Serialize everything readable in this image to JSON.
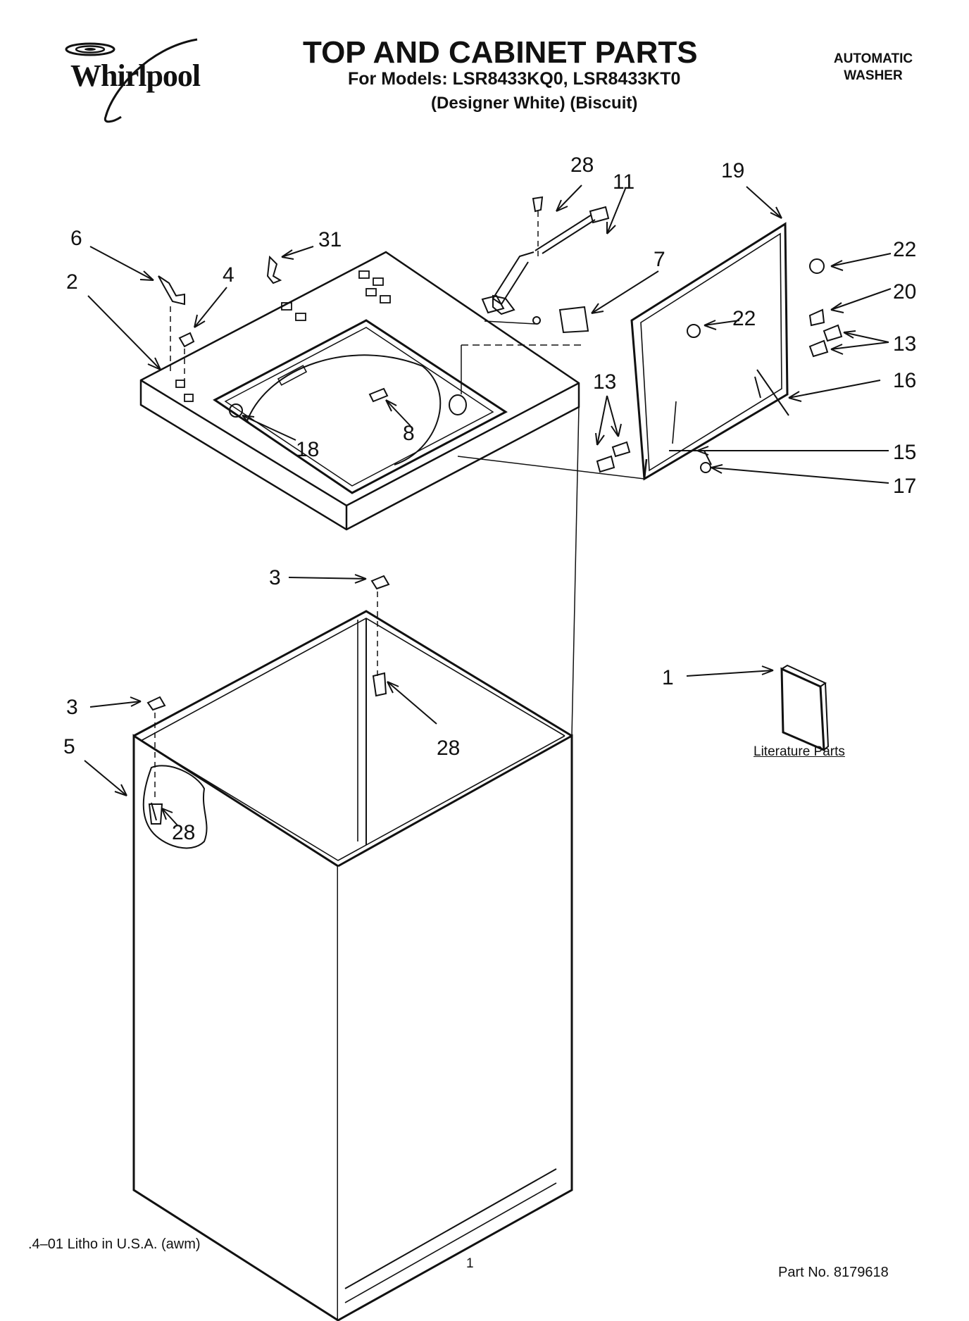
{
  "header": {
    "brand": "Whirlpool",
    "title": "TOP AND CABINET PARTS",
    "models": "For Models: LSR8433KQ0, LSR8433KT0",
    "finishes": "(Designer White)   (Biscuit)",
    "product_type_line1": "AUTOMATIC",
    "product_type_line2": "WASHER"
  },
  "callouts": {
    "c1": "1",
    "c2": "2",
    "c3a": "3",
    "c3b": "3",
    "c4": "4",
    "c5": "5",
    "c6": "6",
    "c7": "7",
    "c8": "8",
    "c11": "11",
    "c13a": "13",
    "c13b": "13",
    "c15": "15",
    "c16": "16",
    "c17": "17",
    "c18": "18",
    "c19": "19",
    "c20": "20",
    "c22a": "22",
    "c22b": "22",
    "c28a": "28",
    "c28b": "28",
    "c28c": "28",
    "c31": "31"
  },
  "literature_label": "Literature Parts",
  "footer": {
    "litho": ".4–01 Litho in U.S.A. (awm)",
    "page": "1",
    "part_no": "Part No. 8179618"
  }
}
